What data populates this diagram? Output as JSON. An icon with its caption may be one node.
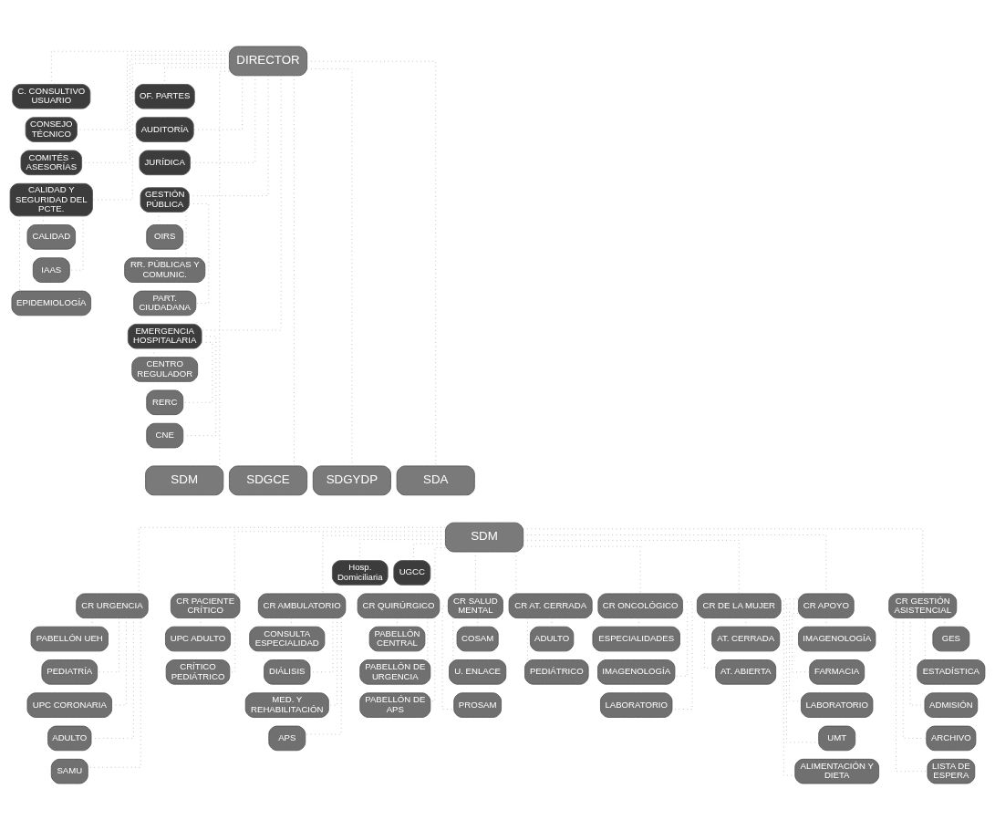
{
  "diagram": {
    "nodes": [
      {
        "text": [
          "DIRECTOR"
        ]
      },
      {
        "text": [
          "C. CONSULTIVO USUARIO"
        ]
      },
      {
        "text": [
          "CONSEJO TÉCNICO"
        ]
      },
      {
        "text": [
          "COMITÉS - ASESORÍAS"
        ]
      },
      {
        "text": [
          "CALIDAD Y SEGURIDAD DEL PCTE."
        ]
      },
      {
        "text": [
          "CALIDAD"
        ]
      },
      {
        "text": [
          "IAAS"
        ]
      },
      {
        "text": [
          "EPIDEMIOLOGÍA"
        ]
      },
      {
        "text": [
          "OF. PARTES"
        ]
      },
      {
        "text": [
          "AUDITORÍA"
        ]
      },
      {
        "text": [
          "JURÍDICA"
        ]
      },
      {
        "text": [
          "GESTIÓN PÚBLICA"
        ]
      },
      {
        "text": [
          "OIRS"
        ]
      },
      {
        "text": [
          "RR. PÚBLICAS Y COMUNIC."
        ]
      },
      {
        "text": [
          "PART. CIUDADANA"
        ]
      },
      {
        "text": [
          "EMERGENCIA HOSPITALARIA"
        ]
      },
      {
        "text": [
          "CENTRO REGULADOR"
        ]
      },
      {
        "text": [
          "RERC"
        ]
      },
      {
        "text": [
          "CNE"
        ]
      },
      {
        "text": [
          "SDM"
        ]
      },
      {
        "text": [
          "SDGCE"
        ]
      },
      {
        "text": [
          "SDGYDP"
        ]
      },
      {
        "text": [
          "SDA"
        ]
      },
      {
        "text": [
          "SDM"
        ]
      },
      {
        "text": [
          "Hosp. Domiciliaria"
        ]
      },
      {
        "text": [
          "UGCC"
        ]
      },
      {
        "text": [
          "CR URGENCIA"
        ]
      },
      {
        "text": [
          "CR PACIENTE CRÍTICO"
        ]
      },
      {
        "text": [
          "CR AMBULATORIO"
        ]
      },
      {
        "text": [
          "CR QUIRÚRGICO"
        ]
      },
      {
        "text": [
          "CR SALUD MENTAL"
        ]
      },
      {
        "text": [
          "CR AT. CERRADA"
        ]
      },
      {
        "text": [
          "CR ONCOLÓGICO"
        ]
      },
      {
        "text": [
          "CR DE LA MUJER"
        ]
      },
      {
        "text": [
          "CR APOYO"
        ]
      },
      {
        "text": [
          "CR GESTIÓN ASISTENCIAL"
        ]
      },
      {
        "text": [
          "PABELLÓN UEH"
        ]
      },
      {
        "text": [
          "PEDIATRÍA"
        ]
      },
      {
        "text": [
          "UPC CORONARIA"
        ]
      },
      {
        "text": [
          "ADULTO"
        ]
      },
      {
        "text": [
          "SAMU"
        ]
      },
      {
        "text": [
          "UPC ADULTO"
        ]
      },
      {
        "text": [
          "CRÍTICO PEDIÁTRICO"
        ]
      },
      {
        "text": [
          "CONSULTA ESPECIALIDAD"
        ]
      },
      {
        "text": [
          "DIÁLISIS"
        ]
      },
      {
        "text": [
          "MED. Y REHABILITACIÓN"
        ]
      },
      {
        "text": [
          "APS"
        ]
      },
      {
        "text": [
          "PABELLÓN CENTRAL"
        ]
      },
      {
        "text": [
          "PABELLÓN DE URGENCIA"
        ]
      },
      {
        "text": [
          "PABELLÓN DE APS"
        ]
      },
      {
        "text": [
          "COSAM"
        ]
      },
      {
        "text": [
          "U. ENLACE"
        ]
      },
      {
        "text": [
          "PROSAM"
        ]
      },
      {
        "text": [
          "ADULTO"
        ]
      },
      {
        "text": [
          "PEDIÁTRICO"
        ]
      },
      {
        "text": [
          "ESPECIALIDADES"
        ]
      },
      {
        "text": [
          "IMAGENOLOGÍA"
        ]
      },
      {
        "text": [
          "LABORATORIO"
        ]
      },
      {
        "text": [
          "AT. CERRADA"
        ]
      },
      {
        "text": [
          "AT. ABIERTA"
        ]
      },
      {
        "text": [
          "IMAGENOLOGÍA"
        ]
      },
      {
        "text": [
          "FARMACIA"
        ]
      },
      {
        "text": [
          "LABORATORIO"
        ]
      },
      {
        "text": [
          "UMT"
        ]
      },
      {
        "text": [
          "ALIMENTACIÓN Y DIETA"
        ]
      },
      {
        "text": [
          "GES"
        ]
      },
      {
        "text": [
          "ESTADÍSTICA"
        ]
      },
      {
        "text": [
          "ADMISIÓN"
        ]
      },
      {
        "text": [
          "ARCHIVO"
        ]
      },
      {
        "text": [
          "LISTA DE ESPERA"
        ]
      }
    ],
    "edges": [
      {
        "from": 0,
        "to": 1,
        "arrow": "none"
      },
      {
        "from": 0,
        "to": 2,
        "arrow": "none"
      },
      {
        "from": 0,
        "to": 3,
        "arrow": "none"
      },
      {
        "from": 0,
        "to": 4,
        "arrow": "none"
      },
      {
        "from": 4,
        "to": 5,
        "arrow": "none"
      },
      {
        "from": 4,
        "to": 6,
        "arrow": "none"
      },
      {
        "from": 4,
        "to": 7,
        "arrow": "none"
      },
      {
        "from": 0,
        "to": 8,
        "arrow": "none"
      },
      {
        "from": 0,
        "to": 9,
        "arrow": "none"
      },
      {
        "from": 0,
        "to": 10,
        "arrow": "none"
      },
      {
        "from": 0,
        "to": 11,
        "arrow": "none"
      },
      {
        "from": 11,
        "to": 12,
        "arrow": "none"
      },
      {
        "from": 11,
        "to": 13,
        "arrow": "none"
      },
      {
        "from": 11,
        "to": 14,
        "arrow": "none"
      },
      {
        "from": 0,
        "to": 15,
        "arrow": "none"
      },
      {
        "from": 15,
        "to": 16,
        "arrow": "none"
      },
      {
        "from": 15,
        "to": 17,
        "arrow": "none"
      },
      {
        "from": 15,
        "to": 18,
        "arrow": "none"
      },
      {
        "from": 0,
        "to": 19,
        "arrow": "none"
      },
      {
        "from": 0,
        "to": 20,
        "arrow": "none"
      },
      {
        "from": 0,
        "to": 21,
        "arrow": "none"
      },
      {
        "from": 0,
        "to": 22,
        "arrow": "none"
      },
      {
        "from": 23,
        "to": 24,
        "arrow": "none"
      },
      {
        "from": 23,
        "to": 25,
        "arrow": "none"
      },
      {
        "from": 23,
        "to": 26,
        "arrow": "none"
      },
      {
        "from": 23,
        "to": 27,
        "arrow": "none"
      },
      {
        "from": 23,
        "to": 28,
        "arrow": "none"
      },
      {
        "from": 23,
        "to": 29,
        "arrow": "none"
      },
      {
        "from": 23,
        "to": 30,
        "arrow": "none"
      },
      {
        "from": 23,
        "to": 31,
        "arrow": "none"
      },
      {
        "from": 23,
        "to": 32,
        "arrow": "none"
      },
      {
        "from": 23,
        "to": 33,
        "arrow": "none"
      },
      {
        "from": 23,
        "to": 34,
        "arrow": "none"
      },
      {
        "from": 23,
        "to": 35,
        "arrow": "none"
      },
      {
        "from": 26,
        "to": 36,
        "arrow": "none"
      },
      {
        "from": 26,
        "to": 37,
        "arrow": "none"
      },
      {
        "from": 26,
        "to": 38,
        "arrow": "none"
      },
      {
        "from": 26,
        "to": 39,
        "arrow": "none"
      },
      {
        "from": 26,
        "to": 40,
        "arrow": "none"
      },
      {
        "from": 27,
        "to": 41,
        "arrow": "none"
      },
      {
        "from": 27,
        "to": 42,
        "arrow": "none"
      },
      {
        "from": 28,
        "to": 43,
        "arrow": "none"
      },
      {
        "from": 28,
        "to": 44,
        "arrow": "none"
      },
      {
        "from": 28,
        "to": 45,
        "arrow": "none"
      },
      {
        "from": 28,
        "to": 46,
        "arrow": "none"
      },
      {
        "from": 29,
        "to": 47,
        "arrow": "none"
      },
      {
        "from": 29,
        "to": 48,
        "arrow": "none"
      },
      {
        "from": 29,
        "to": 49,
        "arrow": "none"
      },
      {
        "from": 30,
        "to": 50,
        "arrow": "none"
      },
      {
        "from": 30,
        "to": 51,
        "arrow": "none"
      },
      {
        "from": 30,
        "to": 52,
        "arrow": "none"
      },
      {
        "from": 31,
        "to": 53,
        "arrow": "none"
      },
      {
        "from": 31,
        "to": 54,
        "arrow": "none"
      },
      {
        "from": 32,
        "to": 55,
        "arrow": "none"
      },
      {
        "from": 32,
        "to": 56,
        "arrow": "none"
      },
      {
        "from": 32,
        "to": 57,
        "arrow": "none"
      },
      {
        "from": 33,
        "to": 58,
        "arrow": "none"
      },
      {
        "from": 33,
        "to": 59,
        "arrow": "none"
      },
      {
        "from": 34,
        "to": 60,
        "arrow": "none"
      },
      {
        "from": 34,
        "to": 61,
        "arrow": "none"
      },
      {
        "from": 34,
        "to": 62,
        "arrow": "none"
      },
      {
        "from": 34,
        "to": 63,
        "arrow": "none"
      },
      {
        "from": 34,
        "to": 64,
        "arrow": "none"
      },
      {
        "from": 35,
        "to": 65,
        "arrow": "none"
      },
      {
        "from": 35,
        "to": 66,
        "arrow": "none"
      },
      {
        "from": 35,
        "to": 67,
        "arrow": "none"
      },
      {
        "from": 35,
        "to": 68,
        "arrow": "none"
      },
      {
        "from": 35,
        "to": 69,
        "arrow": "none"
      }
    ]
  }
}
